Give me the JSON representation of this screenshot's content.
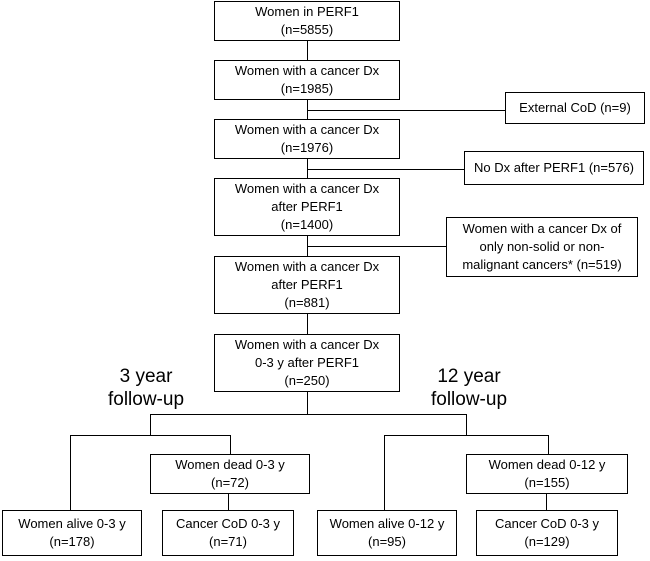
{
  "boxes": {
    "perf1": {
      "line1": "Women in PERF1",
      "line2": "(n=5855)"
    },
    "cancer_dx_1985": {
      "line1": "Women with a cancer Dx",
      "line2": "(n=1985)"
    },
    "external_cod": {
      "line1": "External CoD (n=9)"
    },
    "cancer_dx_1976": {
      "line1": "Women with a cancer Dx",
      "line2": "(n=1976)"
    },
    "no_dx_after": {
      "line1": "No Dx after PERF1 (n=576)"
    },
    "dx_after_1400": {
      "line1": "Women with a cancer Dx",
      "line2": "after PERF1",
      "line3": "(n=1400)"
    },
    "non_solid": {
      "line1": "Women with a cancer Dx of",
      "line2": "only non-solid or non-",
      "line3": "malignant cancers* (n=519)"
    },
    "dx_after_881": {
      "line1": "Women with a cancer Dx",
      "line2": "after PERF1",
      "line3": "(n=881)"
    },
    "dx_0_3y_250": {
      "line1": "Women with a cancer Dx",
      "line2": "0-3 y after PERF1",
      "line3": "(n=250)"
    },
    "dead_0_3": {
      "line1": "Women dead 0-3 y",
      "line2": "(n=72)"
    },
    "dead_0_12": {
      "line1": "Women dead 0-12 y",
      "line2": "(n=155)"
    },
    "alive_0_3": {
      "line1": "Women alive 0-3 y",
      "line2": "(n=178)"
    },
    "cancer_cod_0_3_a": {
      "line1": "Cancer CoD 0-3 y",
      "line2": "(n=71)"
    },
    "alive_0_12": {
      "line1": "Women alive 0-12 y",
      "line2": "(n=95)"
    },
    "cancer_cod_0_3_b": {
      "line1": "Cancer CoD 0-3 y",
      "line2": "(n=129)"
    }
  },
  "labels": {
    "three_year": {
      "line1": "3 year",
      "line2": "follow-up"
    },
    "twelve_year": {
      "line1": "12 year",
      "line2": "follow-up"
    }
  }
}
